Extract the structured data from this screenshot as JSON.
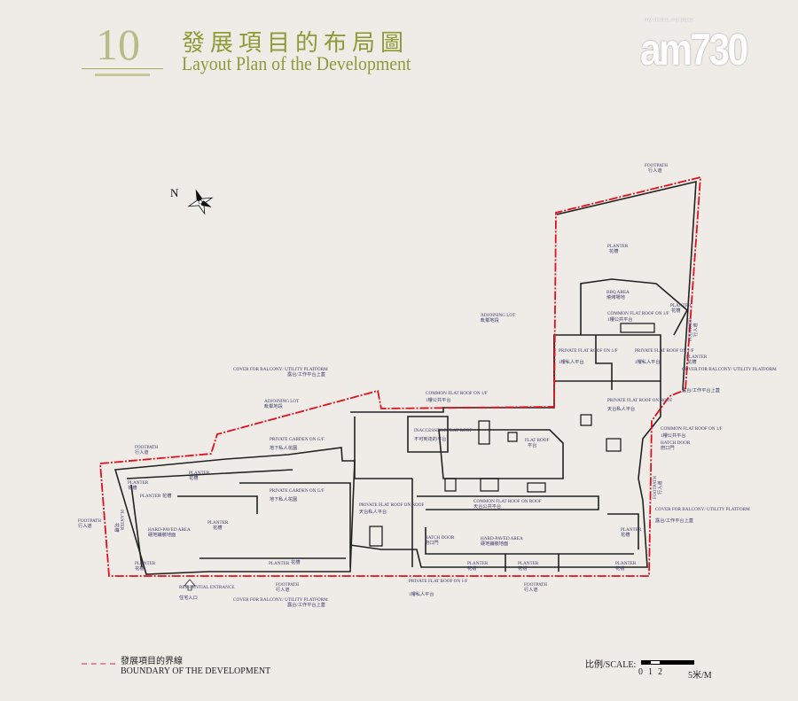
{
  "header": {
    "section_number": "10",
    "title_zh": "發展項目的布局圖",
    "title_en": "Layout Plan of the Development",
    "logo_text": "am730",
    "logo_tagline": "my choice, my paper"
  },
  "compass": {
    "north_label": "N"
  },
  "colors": {
    "accent": "#8d9a36",
    "boundary": "#e0101e",
    "background": "#efece8"
  },
  "plan": {
    "labels": [
      {
        "en": "FOOTPATH",
        "zh": "行人道"
      },
      {
        "en": "PLANTER",
        "zh": "花槽"
      },
      {
        "en": "ADJOINING LOT",
        "zh": "毗鄰地段"
      },
      {
        "en": "BBQ AREA",
        "zh": "燒烤場地"
      },
      {
        "en": "COMMON FLAT ROOF ON 1/F",
        "zh": "1樓公共平台"
      },
      {
        "en": "PLANTER",
        "zh": "花槽"
      },
      {
        "en": "FOOTPATH",
        "zh": "行人道"
      },
      {
        "en": "PRIVATE FLAT ROOF ON 1/F",
        "zh": "1樓私人平台"
      },
      {
        "en": "PRIVATE FLAT ROOF ON 1/F",
        "zh": "1樓私人平台"
      },
      {
        "en": "PLANTER",
        "zh": "花槽"
      },
      {
        "en": "COVER FOR BALCONY/ UTILITY PLATFORM",
        "zh": "露台/工作平台上蓋"
      },
      {
        "en": "PRIVATE FLAT ROOF ON ROOF",
        "zh": "天台私人平台"
      },
      {
        "en": "COMMON FLAT ROOF ON 1/F",
        "zh": "1樓公共平台"
      },
      {
        "en": "HATCH DOOR",
        "zh": "廚口門"
      },
      {
        "en": "COVER FOR BALCONY/ UTILITY PLATFORM",
        "zh": "露台/工作平台上蓋"
      },
      {
        "en": "ADJOINING LOT",
        "zh": "毗鄰地段"
      },
      {
        "en": "COMMON FLAT ROOF ON 1/F",
        "zh": "1樓公共平台"
      },
      {
        "en": "INACCESSIBLE FLAT ROOF",
        "zh": "不可到達的平台"
      },
      {
        "en": "FLAT ROOF",
        "zh": "平台"
      },
      {
        "en": "PRIVATE GARDEN ON G/F",
        "zh": "地下私人花園"
      },
      {
        "en": "PRIVATE GARDEN ON G/F",
        "zh": "地下私人花園"
      },
      {
        "en": "FOOTPATH",
        "zh": "行人道"
      },
      {
        "en": "PLANTER",
        "zh": "花槽"
      },
      {
        "en": "PLANTER",
        "zh": "花槽"
      },
      {
        "en": "PLANTER",
        "zh": "花槽"
      },
      {
        "en": "FOOTPATH",
        "zh": "行人道"
      },
      {
        "en": "PLANTER",
        "zh": "花槽"
      },
      {
        "en": "HARD-PAVED AREA",
        "zh": "硬地鋪裝地面"
      },
      {
        "en": "PLANTER",
        "zh": "花槽"
      },
      {
        "en": "PLANTER",
        "zh": "花槽"
      },
      {
        "en": "PLANTER",
        "zh": "花槽"
      },
      {
        "en": "RESIDENTIAL ENTRANCE",
        "zh": "住宅入口"
      },
      {
        "en": "FOOTPATH",
        "zh": "行人道"
      },
      {
        "en": "COVER FOR BALCONY/ UTILITY PLATFORM",
        "zh": "露台/工作平台上蓋"
      },
      {
        "en": "PRIVATE FLAT ROOF ON ROOF",
        "zh": "天台私人平台"
      },
      {
        "en": "COMMON FLAT ROOF ON ROOF",
        "zh": "天台公共平台"
      },
      {
        "en": "HATCH DOOR",
        "zh": "廚口門"
      },
      {
        "en": "HARD-PAVED AREA",
        "zh": "硬地鋪裝地面"
      },
      {
        "en": "PLANTER",
        "zh": "花槽"
      },
      {
        "en": "PLANTER",
        "zh": "花槽"
      },
      {
        "en": "PLANTER",
        "zh": "花槽"
      },
      {
        "en": "PLANTER",
        "zh": "花槽"
      },
      {
        "en": "PRIVATE FLAT ROOF ON 1/F",
        "zh": "1樓私人平台"
      },
      {
        "en": "FOOTPATH",
        "zh": "行人道"
      },
      {
        "en": "COVER FOR BALCONY/ UTILITY PLATFORM",
        "zh": "露台/工作平台上蓋"
      },
      {
        "en": "FOOTPATH",
        "zh": "行人道"
      }
    ]
  },
  "legend": {
    "boundary_zh": "發展項目的界線",
    "boundary_en": "BOUNDARY OF THE DEVELOPMENT"
  },
  "scale": {
    "label": "比例/SCALE:",
    "ticks": [
      "0",
      "1",
      "2",
      "5米/M"
    ]
  }
}
